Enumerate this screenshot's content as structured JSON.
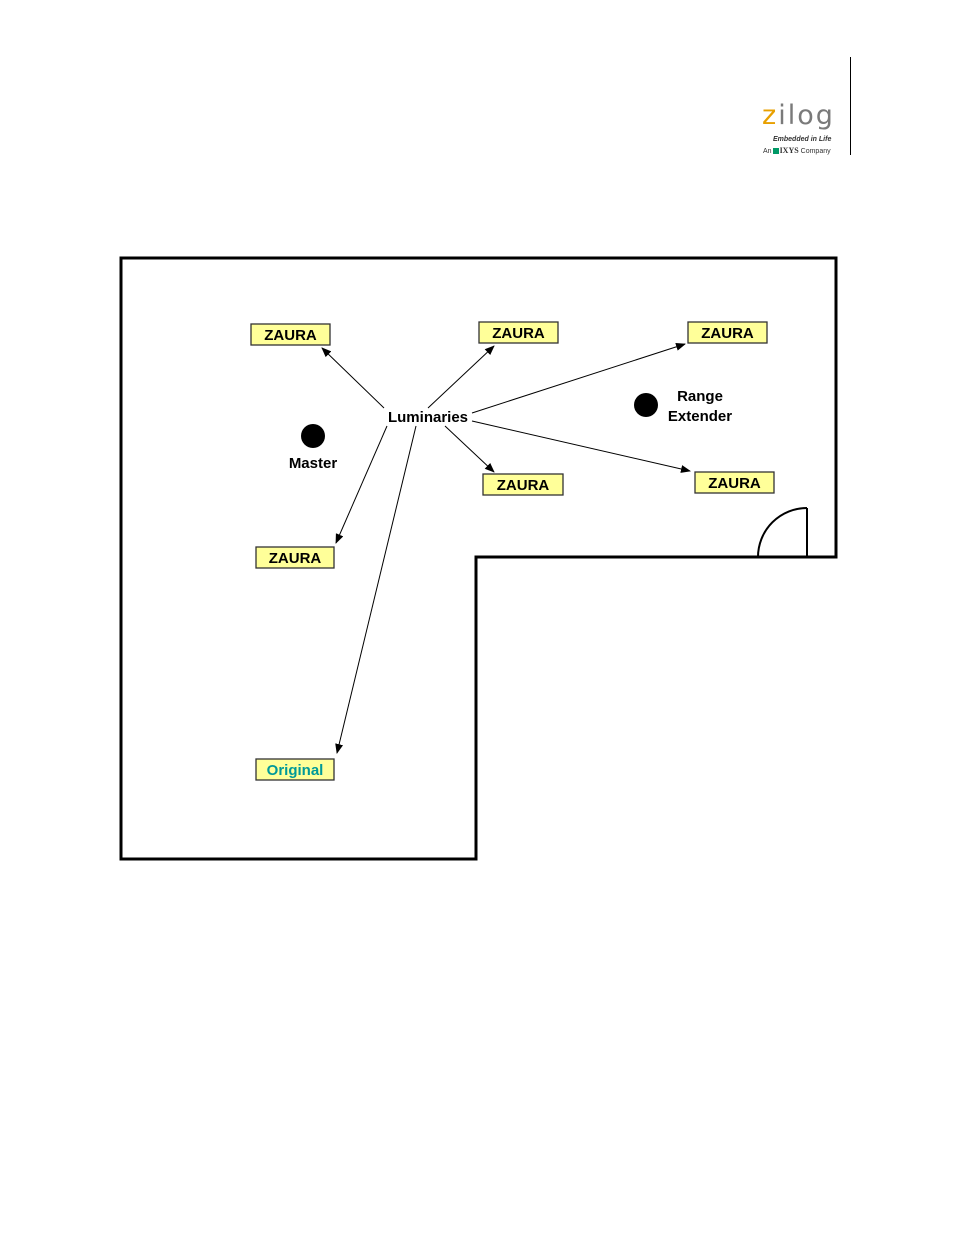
{
  "header": {
    "brand_z": "z",
    "brand_rest": "ilog",
    "tagline": "Embedded in Life",
    "parent_prefix": "An",
    "parent_name": "IXYS",
    "parent_suffix": "Company"
  },
  "diagram": {
    "hub_label": "Luminaries",
    "master_label": "Master",
    "range_extender_label_1": "Range",
    "range_extender_label_2": "Extender",
    "nodes": [
      {
        "id": "zaura-1",
        "label": "ZAURA"
      },
      {
        "id": "zaura-2",
        "label": "ZAURA"
      },
      {
        "id": "zaura-3",
        "label": "ZAURA"
      },
      {
        "id": "zaura-4",
        "label": "ZAURA"
      },
      {
        "id": "zaura-5",
        "label": "ZAURA"
      },
      {
        "id": "zaura-6",
        "label": "ZAURA"
      },
      {
        "id": "original",
        "label": "Original"
      }
    ],
    "colors": {
      "node_fill": "#ffff99",
      "original_text": "#009999",
      "wall": "#000000"
    }
  }
}
